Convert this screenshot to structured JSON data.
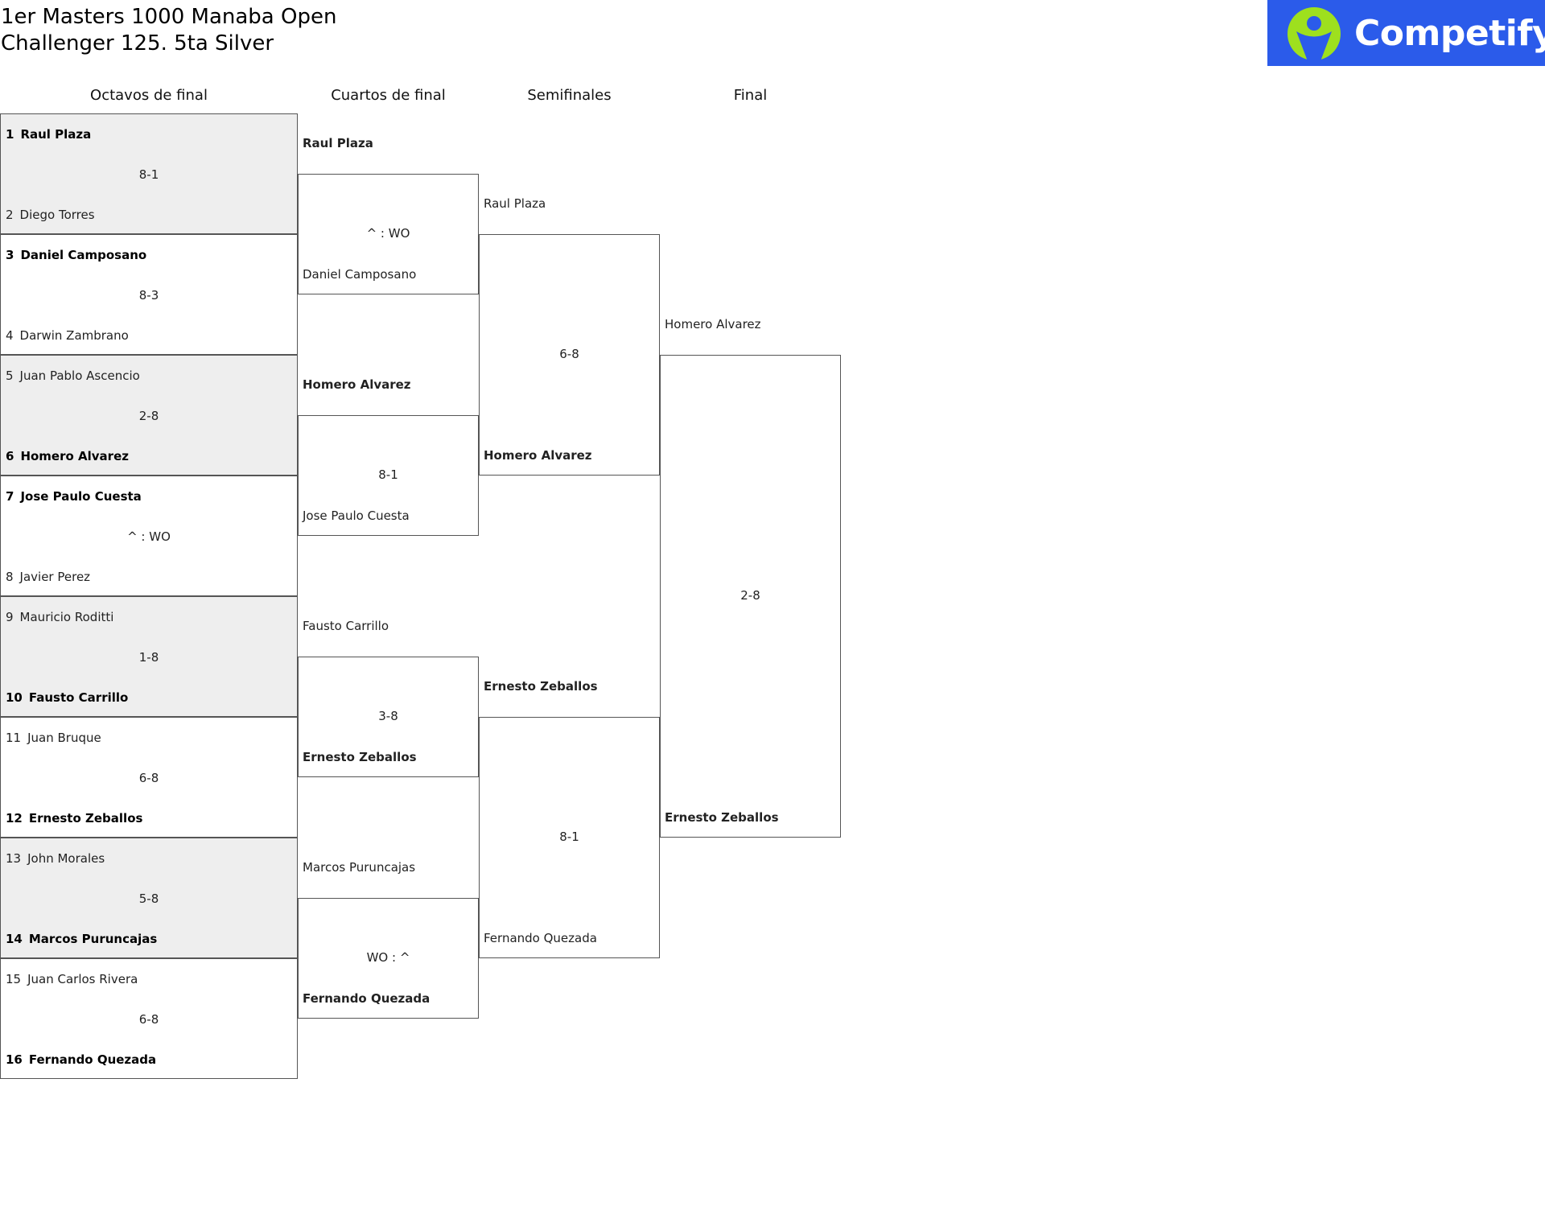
{
  "title": {
    "line1": "1er Masters 1000 Manaba Open",
    "line2": "Challenger 125. 5ta Silver"
  },
  "logo": {
    "text": "Competify",
    "icon": "person-icon",
    "bg_color": "#2b5bea",
    "accent_color": "#9ee01e"
  },
  "rounds": [
    "Octavos de final",
    "Cuartos de final",
    "Semifinales",
    "Final"
  ],
  "round_of_16": [
    {
      "top": {
        "seed": "1",
        "name": "Raul Plaza"
      },
      "bottom": {
        "seed": "2",
        "name": "Diego Torres"
      },
      "score": "8-1",
      "winner": "top"
    },
    {
      "top": {
        "seed": "3",
        "name": "Daniel Camposano"
      },
      "bottom": {
        "seed": "4",
        "name": "Darwin Zambrano"
      },
      "score": "8-3",
      "winner": "top"
    },
    {
      "top": {
        "seed": "5",
        "name": "Juan Pablo Ascencio"
      },
      "bottom": {
        "seed": "6",
        "name": "Homero Alvarez"
      },
      "score": "2-8",
      "winner": "bottom"
    },
    {
      "top": {
        "seed": "7",
        "name": "Jose Paulo Cuesta"
      },
      "bottom": {
        "seed": "8",
        "name": "Javier Perez"
      },
      "score": "^ : WO",
      "winner": "top"
    },
    {
      "top": {
        "seed": "9",
        "name": "Mauricio Roditti"
      },
      "bottom": {
        "seed": "10",
        "name": "Fausto Carrillo"
      },
      "score": "1-8",
      "winner": "bottom"
    },
    {
      "top": {
        "seed": "11",
        "name": "Juan Bruque"
      },
      "bottom": {
        "seed": "12",
        "name": "Ernesto Zeballos"
      },
      "score": "6-8",
      "winner": "bottom"
    },
    {
      "top": {
        "seed": "13",
        "name": "John Morales"
      },
      "bottom": {
        "seed": "14",
        "name": "Marcos Puruncajas"
      },
      "score": "5-8",
      "winner": "bottom"
    },
    {
      "top": {
        "seed": "15",
        "name": "Juan Carlos Rivera"
      },
      "bottom": {
        "seed": "16",
        "name": "Fernando Quezada"
      },
      "score": "6-8",
      "winner": "bottom"
    }
  ],
  "quarterfinals": [
    {
      "top": "Raul Plaza",
      "bottom": "Daniel Camposano",
      "score": "^ : WO",
      "winner": "top"
    },
    {
      "top": "Homero Alvarez",
      "bottom": "Jose Paulo Cuesta",
      "score": "8-1",
      "winner": "top"
    },
    {
      "top": "Fausto Carrillo",
      "bottom": "Ernesto Zeballos",
      "score": "3-8",
      "winner": "bottom"
    },
    {
      "top": "Marcos Puruncajas",
      "bottom": "Fernando Quezada",
      "score": "WO : ^",
      "winner": "bottom"
    }
  ],
  "semifinals": [
    {
      "top": "Raul Plaza",
      "bottom": "Homero Alvarez",
      "score": "6-8",
      "winner": "bottom"
    },
    {
      "top": "Ernesto Zeballos",
      "bottom": "Fernando Quezada",
      "score": "8-1",
      "winner": "top"
    }
  ],
  "final": {
    "top": "Homero Alvarez",
    "bottom": "Ernesto Zeballos",
    "score": "2-8",
    "winner": "bottom"
  }
}
